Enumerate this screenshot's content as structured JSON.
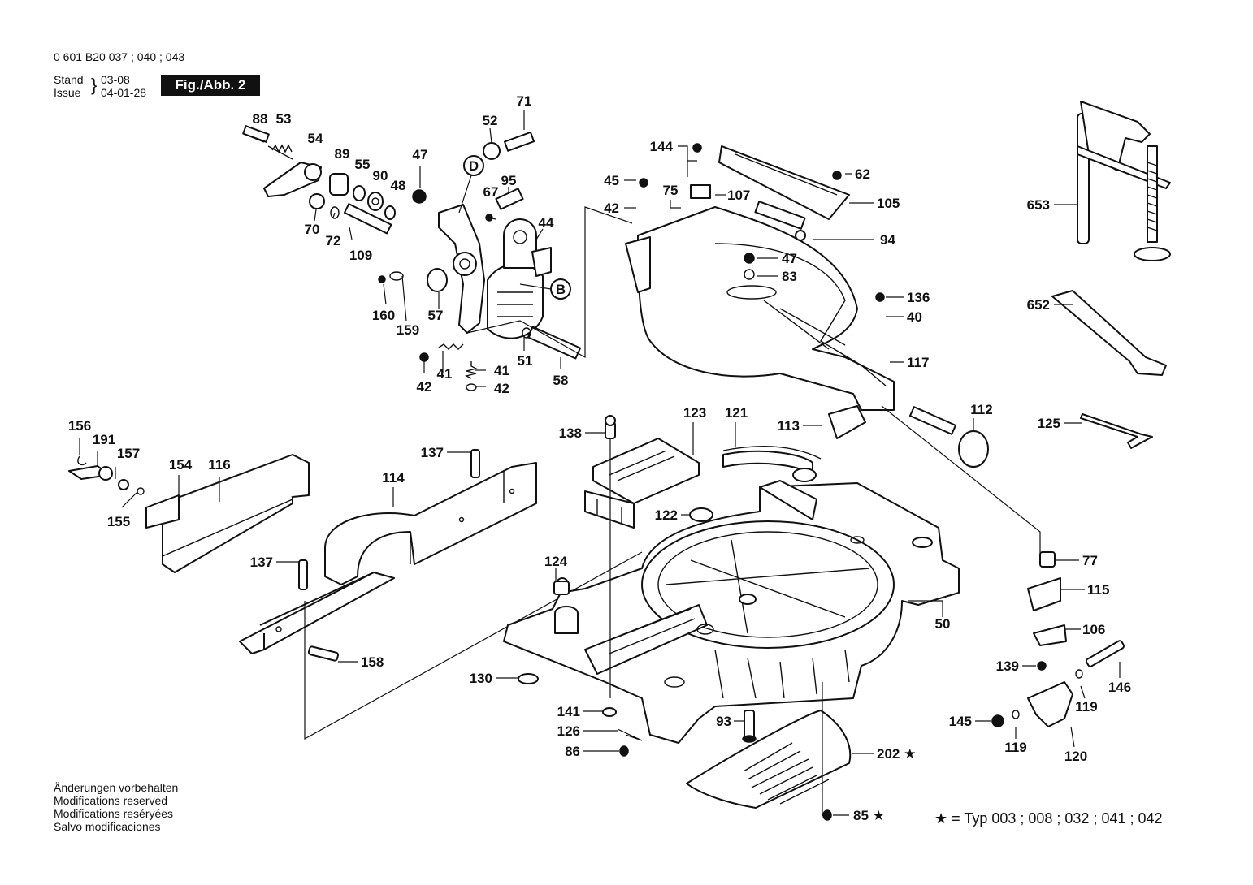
{
  "header": {
    "part_number": "0 601 B20 037 ; 040 ; 043",
    "stand_label": "Stand",
    "issue_label": "Issue",
    "stand_value": "03-08",
    "issue_value": "04-01-28",
    "figure_label": "Fig./Abb. 2"
  },
  "notes": [
    "Änderungen vorbehalten",
    "Modifications reserved",
    "Modifications reséryées",
    "Salvo modificaciones"
  ],
  "typ_note": "★ = Typ 003 ; 008 ; 032 ; 041 ; 042",
  "callout_B": "B",
  "callout_D": "D",
  "labels": {
    "p88": "88",
    "p53": "53",
    "p54": "54",
    "p89": "89",
    "p55": "55",
    "p90": "90",
    "p48": "48",
    "p47a": "47",
    "p52": "52",
    "p71": "71",
    "p67": "67",
    "p95": "95",
    "p44": "44",
    "p70": "70",
    "p72": "72",
    "p109": "109",
    "p160": "160",
    "p159": "159",
    "p57": "57",
    "p42a": "42",
    "p41a": "41",
    "p41b": "41",
    "p42b": "42",
    "p51": "51",
    "p58": "58",
    "p144": "144",
    "p45": "45",
    "p42c": "42",
    "p75": "75",
    "p107": "107",
    "p62": "62",
    "p105": "105",
    "p94": "94",
    "p47b": "47",
    "p83": "83",
    "p136": "136",
    "p40": "40",
    "p117": "117",
    "p112": "112",
    "p113": "113",
    "p653": "653",
    "p652": "652",
    "p125": "125",
    "p156": "156",
    "p191": "191",
    "p157": "157",
    "p154": "154",
    "p116": "116",
    "p155": "155",
    "p137a": "137",
    "p114": "114",
    "p137b": "137",
    "p158": "158",
    "p138": "138",
    "p123": "123",
    "p121": "121",
    "p122": "122",
    "p124": "124",
    "p130": "130",
    "p141": "141",
    "p126": "126",
    "p86": "86",
    "p93": "93",
    "p50": "50",
    "p202": "202 ★",
    "p85": "85 ★",
    "p77": "77",
    "p115": "115",
    "p106": "106",
    "p139": "139",
    "p146": "146",
    "p119a": "119",
    "p145": "145",
    "p119b": "119",
    "p120": "120"
  }
}
